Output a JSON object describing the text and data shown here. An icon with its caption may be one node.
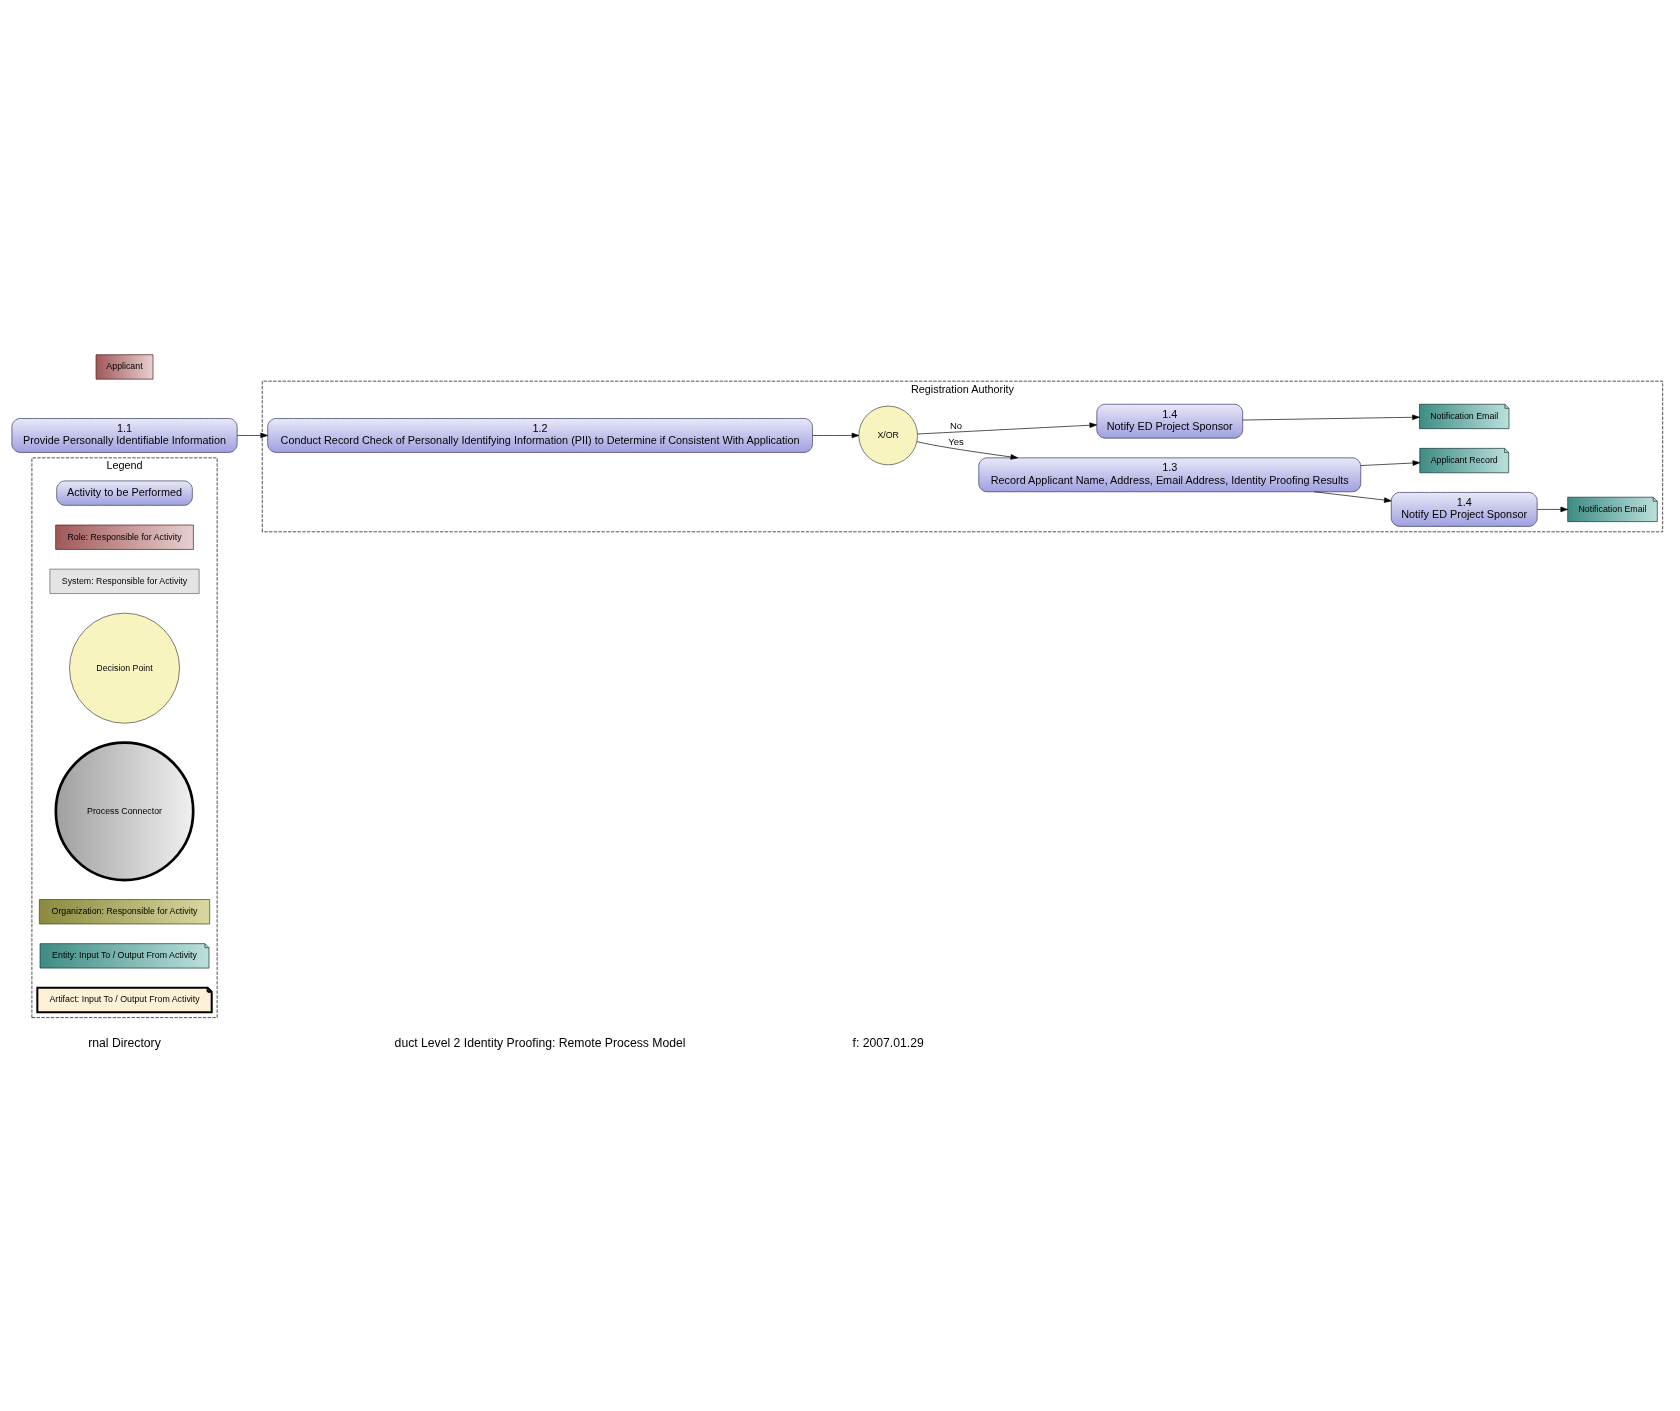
{
  "diagram": {
    "nodes": [
      {
        "text": [
          "Legend"
        ]
      },
      {
        "text": [
          "Activity to be Performed"
        ],
        "in": 0
      },
      {
        "text": [
          "Role: Responsible for Activity"
        ],
        "in": 0
      },
      {
        "text": [
          "System: Responsible for Activity"
        ],
        "in": 0
      },
      {
        "text": [
          "Decision Point"
        ],
        "in": 0
      },
      {
        "text": [
          "Process Connector"
        ],
        "in": 0
      },
      {
        "text": [
          "Organization: Responsible for Activity"
        ],
        "in": 0
      },
      {
        "text": [
          "Entity: Input To / Output From Activity"
        ],
        "in": 0
      },
      {
        "text": [
          "Artifact: Input To / Output From Activity"
        ],
        "in": 0
      },
      {
        "text": [
          "Applicant"
        ]
      },
      {
        "text": [
          "1.1",
          "Provide Personally Identifiable Information"
        ]
      },
      {
        "text": [
          "Registration Authority"
        ]
      },
      {
        "text": [
          "1.2",
          "Conduct Record Check of Personally Identifying Information (PII) to Determine if Consistent With Application"
        ],
        "in": 11
      },
      {
        "text": [
          "X/OR"
        ],
        "in": 11
      },
      {
        "text": [
          "1.3",
          "Record Applicant Name, Address, Email Address, Identity Proofing Results"
        ],
        "in": 11
      },
      {
        "text": [
          "1.4",
          "Notify ED Project Sponsor"
        ],
        "in": 11
      },
      {
        "text": [
          "Applicant Record"
        ],
        "in": 11
      },
      {
        "text": [
          "Notification Email"
        ],
        "in": 11
      },
      {
        "text": [
          "1.4",
          "Notify ED Project Sponsor"
        ],
        "in": 11
      },
      {
        "text": [
          "Notification Email"
        ],
        "in": 11
      }
    ],
    "edges": [
      {
        "from": 10,
        "to": 12,
        "arrow": "to"
      },
      {
        "from": 12,
        "to": 13,
        "arrow": "to"
      },
      {
        "from": 13,
        "to": 14,
        "arrow": "to",
        "label": "Yes"
      },
      {
        "from": 14,
        "to": 15,
        "arrow": "to"
      },
      {
        "from": 14,
        "to": 16,
        "arrow": "to"
      },
      {
        "from": 15,
        "to": 17,
        "arrow": "to"
      },
      {
        "from": 13,
        "to": 18,
        "arrow": "to",
        "label": "No"
      },
      {
        "from": 18,
        "to": 19,
        "arrow": "to"
      }
    ],
    "labels": [
      "rnal Directory",
      "duct Level 2 Identity Proofing: Remote Process Model",
      "f: 2007.01.29"
    ]
  }
}
